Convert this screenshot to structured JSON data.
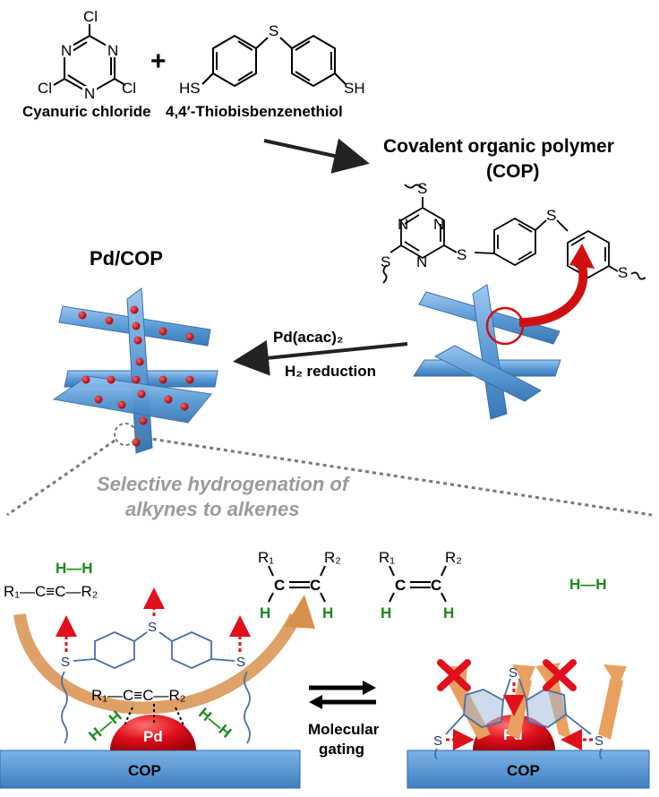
{
  "reactants": {
    "cyanuric_chloride": "Cyanuric chloride",
    "plus": "+",
    "thiobisbenzenethiol": "4,4′-Thiobisbenzenethiol",
    "atom_cl": "Cl",
    "atom_n": "N",
    "atom_s": "S",
    "atom_hs": "HS",
    "atom_sh": "SH"
  },
  "cop": {
    "title_line1": "Covalent organic polymer",
    "title_line2": "(COP)"
  },
  "pdcop": {
    "title": "Pd/COP",
    "arrow_line1": "Pd(acac)₂",
    "arrow_line2": "H₂ reduction"
  },
  "caption": {
    "line1": "Selective hydrogenation of",
    "line2": "alkynes to alkenes"
  },
  "bottom": {
    "hh": "H—H",
    "alkyne": "R₁—C≡C—R₂",
    "r1": "R₁",
    "r2": "R₂",
    "c": "C",
    "h": "H",
    "pd": "Pd",
    "cop_bar": "COP",
    "gating_line1": "Molecular",
    "gating_line2": "gating"
  },
  "colors": {
    "cop_blue": "#5b9bd5",
    "pd_red": "#e0101c",
    "orange_arrow": "#f0a060",
    "green": "#1a8a1a",
    "caption_gray": "#9a9a9a"
  }
}
